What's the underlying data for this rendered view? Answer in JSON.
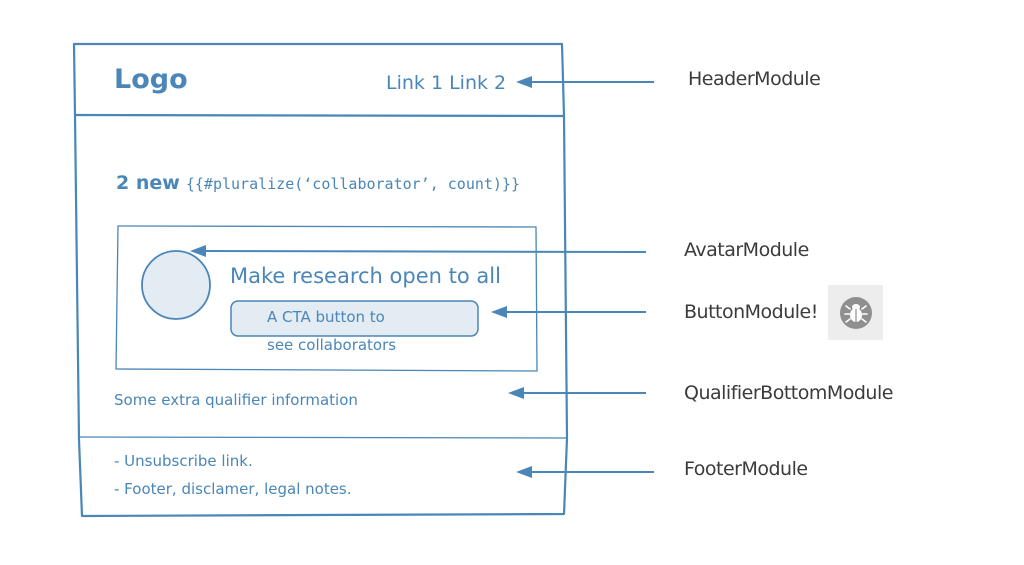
{
  "header": {
    "logo": "Logo",
    "links": "Link 1 Link 2"
  },
  "heading": {
    "prefix": "2 new",
    "template": "{{#pluralize(‘collaborator’, count)}}"
  },
  "card": {
    "title": "Make research open to all",
    "cta_line1": "A CTA button to",
    "cta_line2": "see collaborators"
  },
  "qualifier": "Some extra qualifier information",
  "footer": {
    "line1": "- Unsubscribe link.",
    "line2": "- Footer, disclamer, legal notes."
  },
  "modules": {
    "header": "HeaderModule",
    "avatar": "AvatarModule",
    "button": "ButtonModule!",
    "qualifier": "QualifierBottomModule",
    "footer": "FooterModule"
  },
  "icons": {
    "bug_badge": "bug-icon"
  },
  "colors": {
    "sketch_blue": "#4a86b8",
    "avatar_fill": "#e3ebf3",
    "text_dark": "#3b3b3b"
  }
}
